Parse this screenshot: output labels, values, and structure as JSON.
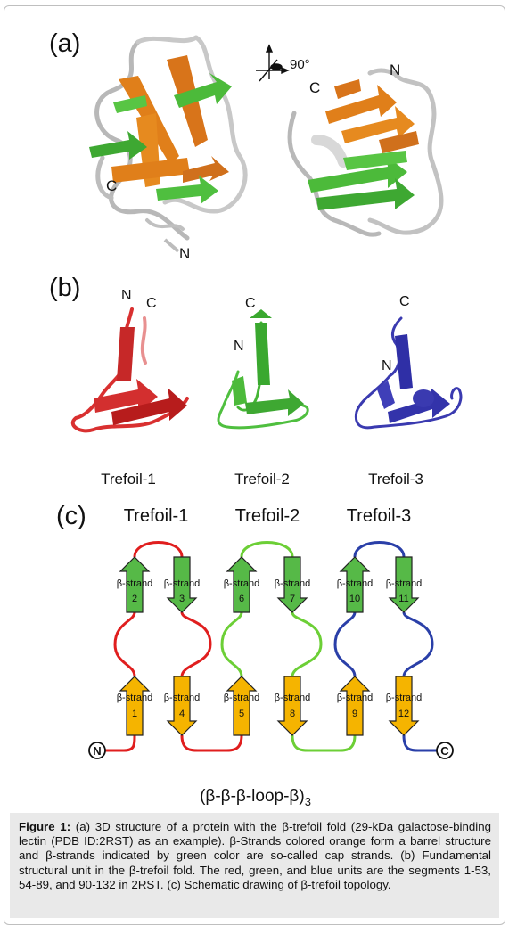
{
  "panels": {
    "a": {
      "label": "(a)",
      "rotation_label": "90°",
      "left_structure": {
        "n_label": "N",
        "c_label": "C"
      },
      "right_structure": {
        "n_label": "N",
        "c_label": "C"
      }
    },
    "b": {
      "label": "(b)",
      "units": [
        {
          "caption": "Trefoil-1",
          "n_label": "N",
          "c_label": "C",
          "color": "#d93030"
        },
        {
          "caption": "Trefoil-2",
          "n_label": "N",
          "c_label": "C",
          "color": "#3fb53f"
        },
        {
          "caption": "Trefoil-3",
          "n_label": "N",
          "c_label": "C",
          "color": "#3a3ab0"
        }
      ]
    },
    "c": {
      "label": "(c)",
      "groups": [
        {
          "title": "Trefoil-1",
          "color": "#e01e1e"
        },
        {
          "title": "Trefoil-2",
          "color": "#6ccf36"
        },
        {
          "title": "Trefoil-3",
          "color": "#2a3fa8"
        }
      ],
      "strand_prefix": "β-strand",
      "cap_strands": [
        {
          "number": "2",
          "direction": "up"
        },
        {
          "number": "3",
          "direction": "down"
        },
        {
          "number": "6",
          "direction": "up"
        },
        {
          "number": "7",
          "direction": "down"
        },
        {
          "number": "10",
          "direction": "up"
        },
        {
          "number": "11",
          "direction": "down"
        }
      ],
      "barrel_strands": [
        {
          "number": "1",
          "direction": "up"
        },
        {
          "number": "4",
          "direction": "down"
        },
        {
          "number": "5",
          "direction": "up"
        },
        {
          "number": "8",
          "direction": "down"
        },
        {
          "number": "9",
          "direction": "up"
        },
        {
          "number": "12",
          "direction": "down"
        }
      ],
      "n_terminus": "N",
      "c_terminus": "C",
      "cap_color": "#56b947",
      "barrel_color": "#f5b400",
      "formula_main": "(β-β-β-loop-β)",
      "formula_sub": "3"
    }
  },
  "caption": {
    "lead": "Figure 1:",
    "text": " (a) 3D structure of a protein with the β-trefoil fold (29-kDa galactose-binding lectin (PDB ID:2RST) as an example). β-Strands colored orange form a barrel structure and β-strands indicated by green color are so-called cap strands. (b) Fundamental structural unit in the β-trefoil fold. The red, green, and blue units are the segments 1-53, 54-89, and 90-132 in 2RST. (c) Schematic drawing of β-trefoil topology."
  }
}
